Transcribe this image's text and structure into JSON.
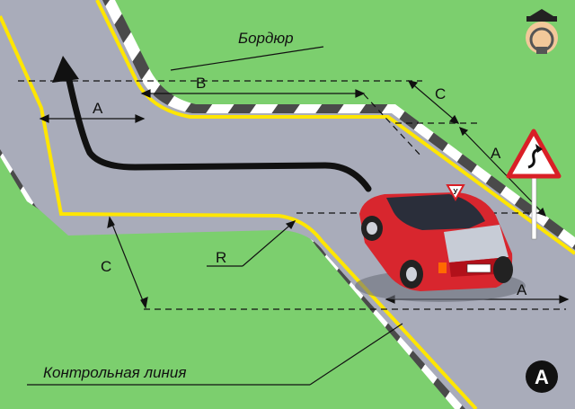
{
  "labels": {
    "curb": "Бордюр",
    "control_line": "Контрольная линия",
    "a_left": "A",
    "b_top": "B",
    "c_right": "C",
    "a_right": "A",
    "c_left": "C",
    "r": "R",
    "a_bottom": "A",
    "badge": "A",
    "car_sign": "У"
  },
  "icons": {
    "road_sign": "double-curve-sign-icon",
    "arrow": "path-arrow-icon",
    "car": "red-car-icon",
    "logo": "instructor-logo-icon",
    "badge": "category-badge-icon"
  },
  "colors": {
    "grass": "#7ccf6e",
    "road": "#a9acba",
    "edge_line": "#ffe600",
    "car": "#d8262e",
    "sign_border": "#d91f26"
  }
}
